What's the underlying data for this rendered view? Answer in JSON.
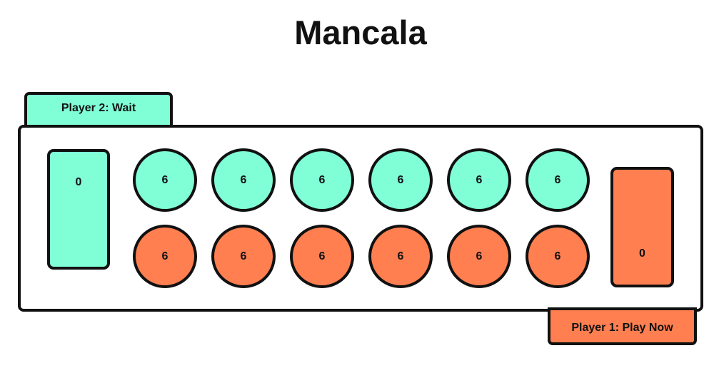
{
  "title": "Mancala",
  "colors": {
    "player2": "#80ffd7",
    "player1": "#ff7f50",
    "outline": "#111111",
    "background": "#ffffff"
  },
  "player2": {
    "status_label": "Player 2: Wait",
    "store": "0",
    "pits": [
      "6",
      "6",
      "6",
      "6",
      "6",
      "6"
    ]
  },
  "player1": {
    "status_label": "Player 1: Play Now",
    "store": "0",
    "pits": [
      "6",
      "6",
      "6",
      "6",
      "6",
      "6"
    ]
  }
}
